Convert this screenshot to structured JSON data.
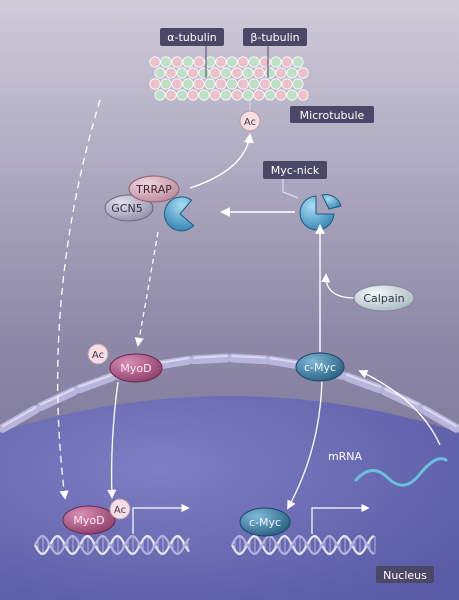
{
  "labels": {
    "alpha_tubulin": "α-tubulin",
    "beta_tubulin": "β-tubulin",
    "microtubule": "Microtubule",
    "ac": "Ac",
    "myc_nick": "Myc-nick",
    "trrap": "TRRAP",
    "gcn5": "GCN5",
    "calpain": "Calpain",
    "myod": "MyoD",
    "c_myc": "c-Myc",
    "mrna": "mRNA",
    "nucleus": "Nucleus"
  },
  "colors": {
    "cytoplasm_top": "#cfcbd9",
    "cytoplasm_mid": "#8f8aa8",
    "cytoplasm_bottom": "#6e6a8f",
    "nucleus": "#5a5ba6",
    "nucleus_light": "#7d7ec3",
    "membrane": "#b7b5da",
    "label_box": "#4b4766",
    "myod": "#a04a78",
    "cmyc": "#2f6f95",
    "myc_nick": "#56a7d1",
    "trrap": "#d7a5b6",
    "gcn5": "#b2b0c4",
    "calpain": "#d8e2e6",
    "ac_bubble": "#f5dde4",
    "mrna": "#69c0df",
    "tubulin_pink": "#f0c2c9",
    "tubulin_green": "#bfe3c7"
  }
}
